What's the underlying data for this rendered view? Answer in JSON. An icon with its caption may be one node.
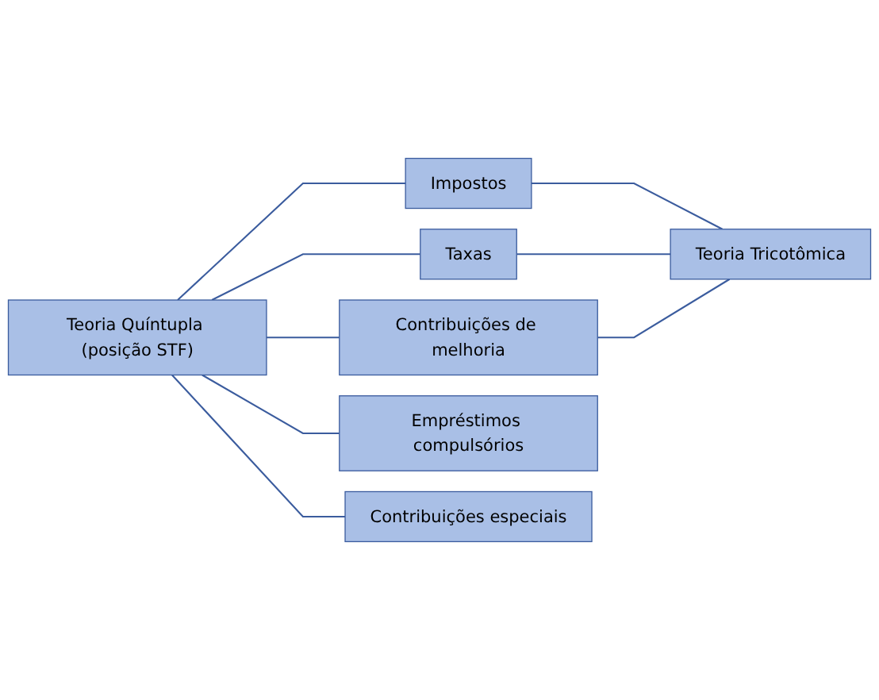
{
  "diagram": {
    "nodes": [
      {
        "text": [
          "Teoria Quíntupla (posição STF)"
        ]
      },
      {
        "text": [
          "Impostos"
        ]
      },
      {
        "text": [
          "Taxas"
        ]
      },
      {
        "text": [
          "Contribuições de melhoria"
        ]
      },
      {
        "text": [
          "Empréstimos compulsórios"
        ]
      },
      {
        "text": [
          "Contribuições especiais"
        ]
      },
      {
        "text": [
          "Teoria Tricotômica"
        ]
      }
    ],
    "edges": [
      {
        "from": 0,
        "to": 1,
        "arrow": "none"
      },
      {
        "from": 0,
        "to": 2,
        "arrow": "none"
      },
      {
        "from": 0,
        "to": 3,
        "arrow": "none"
      },
      {
        "from": 0,
        "to": 4,
        "arrow": "none"
      },
      {
        "from": 0,
        "to": 5,
        "arrow": "none"
      },
      {
        "from": 1,
        "to": 6,
        "arrow": "none"
      },
      {
        "from": 2,
        "to": 6,
        "arrow": "none"
      },
      {
        "from": 3,
        "to": 6,
        "arrow": "none"
      }
    ]
  }
}
